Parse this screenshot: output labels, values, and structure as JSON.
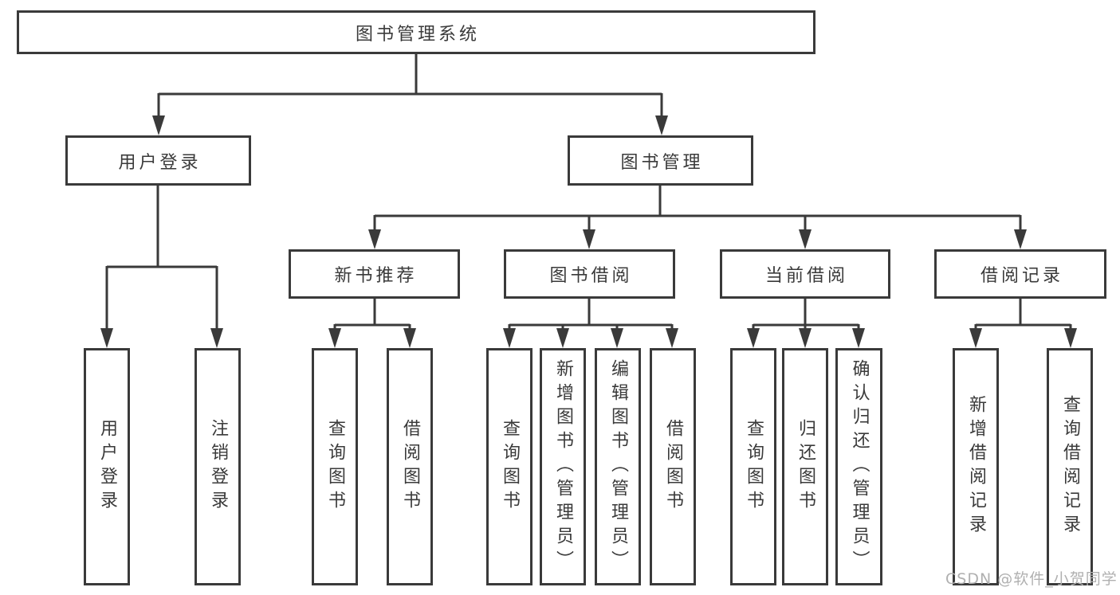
{
  "tree": {
    "label": "图书管理系统",
    "children": [
      {
        "label": "用户登录",
        "children": [
          {
            "label": "用户登录"
          },
          {
            "label": "注销登录"
          }
        ]
      },
      {
        "label": "图书管理",
        "children": [
          {
            "label": "新书推荐",
            "children": [
              {
                "label": "查询图书"
              },
              {
                "label": "借阅图书"
              }
            ]
          },
          {
            "label": "图书借阅",
            "children": [
              {
                "label": "查询图书"
              },
              {
                "label": "新增图书（管理员）"
              },
              {
                "label": "编辑图书（管理员）"
              },
              {
                "label": "借阅图书"
              }
            ]
          },
          {
            "label": "当前借阅",
            "children": [
              {
                "label": "查询图书"
              },
              {
                "label": "归还图书"
              },
              {
                "label": "确认归还（管理员）"
              }
            ]
          },
          {
            "label": "借阅记录",
            "children": [
              {
                "label": "新增借阅记录"
              },
              {
                "label": "查询借阅记录"
              }
            ]
          }
        ]
      }
    ]
  },
  "watermark": "CSDN @软件_小贺同学",
  "colors": {
    "line": "#3a3a3a",
    "text": "#3a3a3a",
    "watermark": "#b0b0b0",
    "background": "#ffffff"
  }
}
